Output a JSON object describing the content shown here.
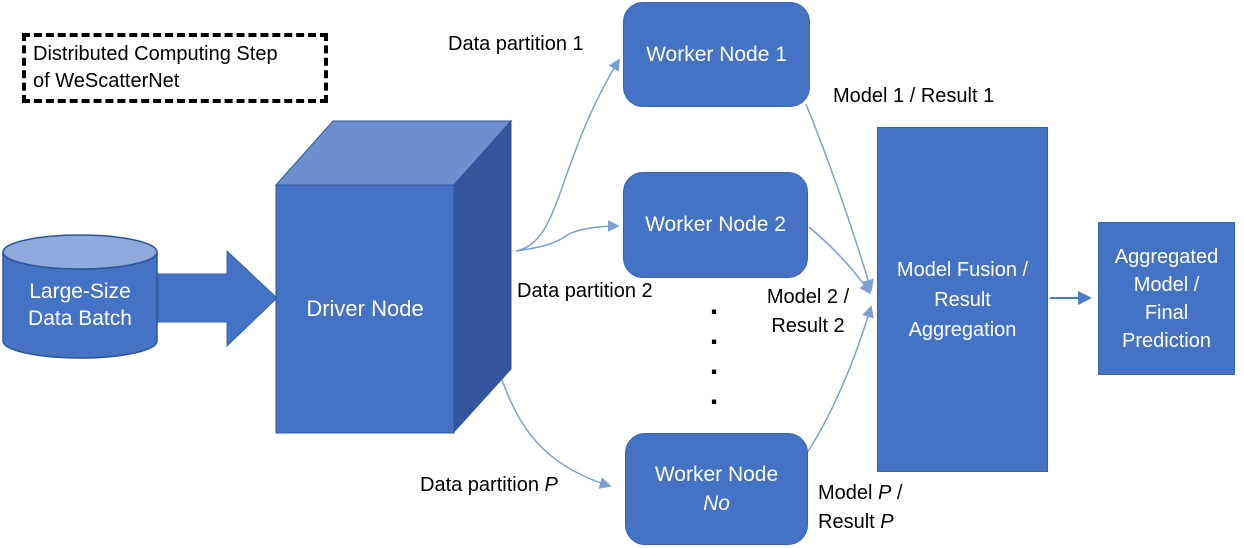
{
  "title": {
    "line1": "Distributed Computing Step",
    "line2": "of WeScatterNet"
  },
  "data_source": {
    "line1": "Large-Size",
    "line2": "Data Batch"
  },
  "driver": {
    "label": "Driver Node"
  },
  "workers": {
    "worker1": {
      "label": "Worker Node 1"
    },
    "worker2": {
      "label": "Worker Node 2"
    },
    "workerN": {
      "line1": "Worker Node",
      "line2": "No"
    }
  },
  "fusion": {
    "lines": [
      "Model Fusion /",
      "Result",
      "Aggregation"
    ]
  },
  "final": {
    "lines": [
      "Aggregated",
      "Model /",
      "Final",
      "Prediction"
    ]
  },
  "labels": {
    "data_partition_1": "Data partition 1",
    "model_result_1": "Model 1 / Result 1",
    "data_partition_2": "Data partition 2",
    "model_result_2": {
      "line1": "Model 2 /",
      "line2": "Result 2"
    },
    "data_partition_p": {
      "prefix": "Data partition ",
      "var": "P"
    },
    "model_result_p": {
      "line1_prefix": "Model ",
      "line1_var": "P",
      "line1_suffix": " /",
      "line2_prefix": "Result ",
      "line2_var": "P"
    }
  },
  "ellipsis": {
    "dot": "."
  },
  "colors": {
    "shape_fill": "#4472c4",
    "shape_top_face": "#6e8fcf",
    "shape_right_face": "#35549e",
    "cylinder_top": "#8faadc",
    "shape_outline": "#2f5597",
    "connector": "#7e9fd4",
    "arrow_accent": "#4c7cc7",
    "label_text": "#000000",
    "shape_text": "#ffffff"
  }
}
